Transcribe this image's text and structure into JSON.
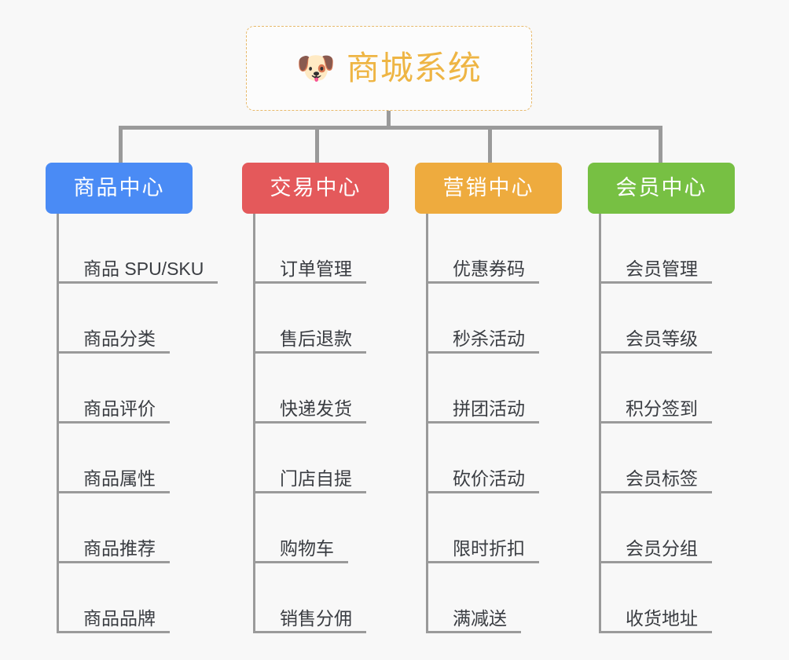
{
  "root": {
    "icon": "shiba-dog-face-icon",
    "emoji": "🐶",
    "title": "商城系统",
    "border_color": "#e8b96a",
    "text_color": "#eeb544"
  },
  "connector": {
    "color": "#9a9a9a"
  },
  "background_color": "#f8f8f8",
  "columns": [
    {
      "header": "商品中心",
      "color": "#4a8bf5",
      "items": [
        "商品 SPU/SKU",
        "商品分类",
        "商品评价",
        "商品属性",
        "商品推荐",
        "商品品牌"
      ]
    },
    {
      "header": "交易中心",
      "color": "#e4595b",
      "items": [
        "订单管理",
        "售后退款",
        "快递发货",
        "门店自提",
        "购物车",
        "销售分佣"
      ]
    },
    {
      "header": "营销中心",
      "color": "#eeab3e",
      "items": [
        "优惠券码",
        "秒杀活动",
        "拼团活动",
        "砍价活动",
        "限时折扣",
        "满减送"
      ]
    },
    {
      "header": "会员中心",
      "color": "#77c council",
      "items": [
        "会员管理",
        "会员等级",
        "积分签到",
        "会员标签",
        "会员分组",
        "收货地址"
      ]
    }
  ]
}
